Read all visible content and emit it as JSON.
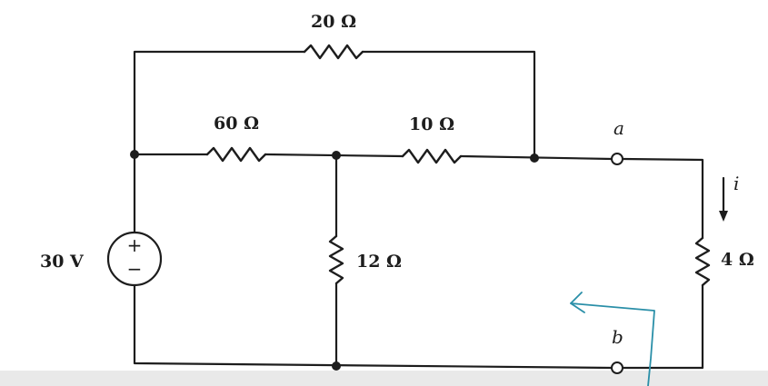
{
  "resistors": {
    "r20": "20 Ω",
    "r60": "60 Ω",
    "r10": "10 Ω",
    "r12": "12 Ω",
    "r4": "4 Ω"
  },
  "source": {
    "label": "30 V",
    "plus": "+",
    "minus": "−"
  },
  "terminals": {
    "a": "a",
    "b": "b"
  },
  "current": {
    "label": "i"
  },
  "colors": {
    "wire": "#1d1d1d",
    "annotation": "#2a8fa8"
  }
}
